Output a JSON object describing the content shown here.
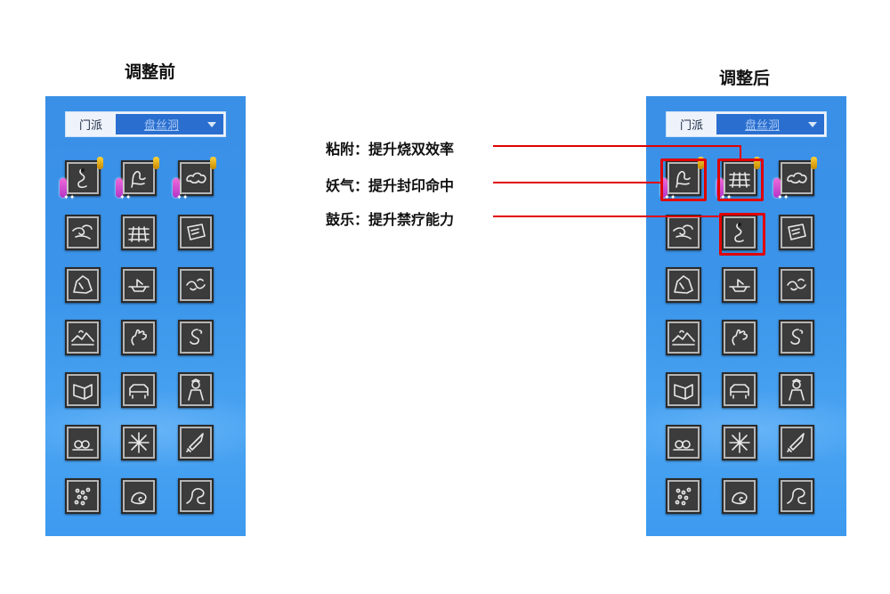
{
  "headings": {
    "before": "调整前",
    "after": "调整后"
  },
  "sect_selector": {
    "label": "门派",
    "value": "盘丝洞"
  },
  "annotations": [
    {
      "label": "粘附：提升烧双效率"
    },
    {
      "label": "妖气：提升封印命中"
    },
    {
      "label": "鼓乐：提升禁疗能力"
    }
  ],
  "colors": {
    "panel_blue": "#3b95ea",
    "highlight_red": "#e00000",
    "select_blue": "#2a6fcf"
  },
  "before_icons": [
    "snake-coil-icon",
    "creature-icon",
    "cloud-swirl-icon",
    "wind-swirl-icon",
    "web-icon",
    "scroll-icon",
    "rock-icon",
    "boat-icon",
    "vine-icon",
    "landscape-icon",
    "hand-icon",
    "serpent-icon",
    "book-icon",
    "couch-icon",
    "figure-icon",
    "burst-icon",
    "spark-icon",
    "sword-icon",
    "dots-icon",
    "swirl-creature-icon",
    "dragon-icon"
  ],
  "after_icons": [
    "creature-icon",
    "web-icon",
    "cloud-swirl-icon",
    "wind-swirl-icon",
    "snake-coil-icon",
    "scroll-icon",
    "rock-icon",
    "boat-icon",
    "vine-icon",
    "landscape-icon",
    "hand-icon",
    "serpent-icon",
    "book-icon",
    "couch-icon",
    "figure-icon",
    "burst-icon",
    "spark-icon",
    "sword-icon",
    "dots-icon",
    "swirl-creature-icon",
    "dragon-icon"
  ]
}
